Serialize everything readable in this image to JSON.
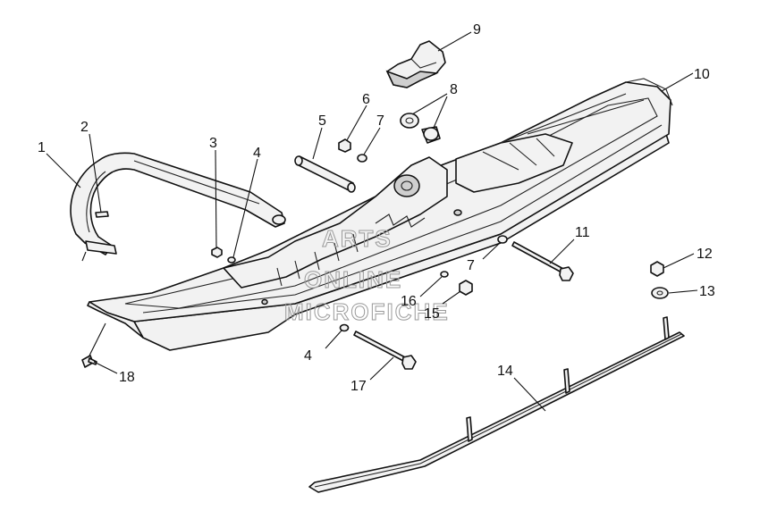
{
  "watermark": {
    "line1": "ARTS",
    "line2": "ONLINE",
    "line3": "MICROFICHE"
  },
  "callouts": [
    {
      "id": "c1",
      "text": "1"
    },
    {
      "id": "c2",
      "text": "2"
    },
    {
      "id": "c3",
      "text": "3"
    },
    {
      "id": "c4a",
      "text": "4"
    },
    {
      "id": "c4b",
      "text": "4"
    },
    {
      "id": "c5",
      "text": "5"
    },
    {
      "id": "c6",
      "text": "6"
    },
    {
      "id": "c7a",
      "text": "7"
    },
    {
      "id": "c7b",
      "text": "7"
    },
    {
      "id": "c8",
      "text": "8"
    },
    {
      "id": "c9",
      "text": "9"
    },
    {
      "id": "c10",
      "text": "10"
    },
    {
      "id": "c11",
      "text": "11"
    },
    {
      "id": "c12",
      "text": "12"
    },
    {
      "id": "c13",
      "text": "13"
    },
    {
      "id": "c14",
      "text": "14"
    },
    {
      "id": "c15",
      "text": "15"
    },
    {
      "id": "c16",
      "text": "16"
    },
    {
      "id": "c17",
      "text": "17"
    },
    {
      "id": "c18",
      "text": "18"
    }
  ]
}
